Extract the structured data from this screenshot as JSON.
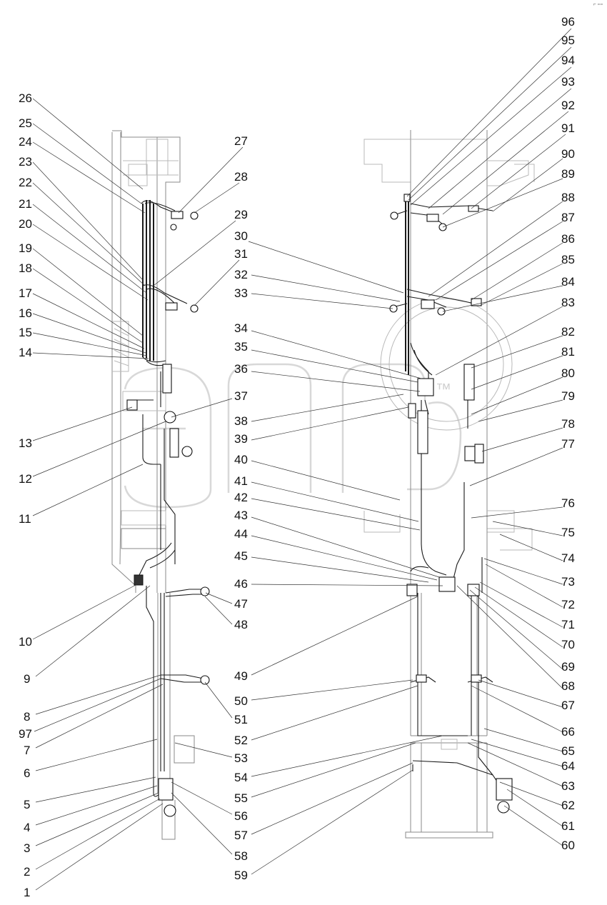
{
  "watermark": {
    "text": "™"
  },
  "corner_mark": "⌐ ▫▫▫",
  "callouts_left": [
    {
      "n": "26"
    },
    {
      "n": "25"
    },
    {
      "n": "24"
    },
    {
      "n": "23"
    },
    {
      "n": "22"
    },
    {
      "n": "21"
    },
    {
      "n": "20"
    },
    {
      "n": "19"
    },
    {
      "n": "18"
    },
    {
      "n": "17"
    },
    {
      "n": "16"
    },
    {
      "n": "15"
    },
    {
      "n": "14"
    },
    {
      "n": "13"
    },
    {
      "n": "12"
    },
    {
      "n": "11"
    },
    {
      "n": "10"
    },
    {
      "n": "9"
    },
    {
      "n": "8"
    },
    {
      "n": "97"
    },
    {
      "n": "7"
    },
    {
      "n": "6"
    },
    {
      "n": "5"
    },
    {
      "n": "4"
    },
    {
      "n": "3"
    },
    {
      "n": "2"
    },
    {
      "n": "1"
    }
  ],
  "callouts_center": [
    {
      "n": "27"
    },
    {
      "n": "28"
    },
    {
      "n": "29"
    },
    {
      "n": "30"
    },
    {
      "n": "31"
    },
    {
      "n": "32"
    },
    {
      "n": "33"
    },
    {
      "n": "34"
    },
    {
      "n": "35"
    },
    {
      "n": "36"
    },
    {
      "n": "37"
    },
    {
      "n": "38"
    },
    {
      "n": "39"
    },
    {
      "n": "40"
    },
    {
      "n": "41"
    },
    {
      "n": "42"
    },
    {
      "n": "43"
    },
    {
      "n": "44"
    },
    {
      "n": "45"
    },
    {
      "n": "46"
    },
    {
      "n": "47"
    },
    {
      "n": "48"
    },
    {
      "n": "49"
    },
    {
      "n": "50"
    },
    {
      "n": "51"
    },
    {
      "n": "52"
    },
    {
      "n": "53"
    },
    {
      "n": "54"
    },
    {
      "n": "55"
    },
    {
      "n": "56"
    },
    {
      "n": "57"
    },
    {
      "n": "58"
    },
    {
      "n": "59"
    }
  ],
  "callouts_right": [
    {
      "n": "96"
    },
    {
      "n": "95"
    },
    {
      "n": "94"
    },
    {
      "n": "93"
    },
    {
      "n": "92"
    },
    {
      "n": "91"
    },
    {
      "n": "90"
    },
    {
      "n": "89"
    },
    {
      "n": "88"
    },
    {
      "n": "87"
    },
    {
      "n": "86"
    },
    {
      "n": "85"
    },
    {
      "n": "84"
    },
    {
      "n": "83"
    },
    {
      "n": "82"
    },
    {
      "n": "81"
    },
    {
      "n": "80"
    },
    {
      "n": "79"
    },
    {
      "n": "78"
    },
    {
      "n": "77"
    },
    {
      "n": "76"
    },
    {
      "n": "75"
    },
    {
      "n": "74"
    },
    {
      "n": "73"
    },
    {
      "n": "72"
    },
    {
      "n": "71"
    },
    {
      "n": "70"
    },
    {
      "n": "69"
    },
    {
      "n": "68"
    },
    {
      "n": "67"
    },
    {
      "n": "66"
    },
    {
      "n": "65"
    },
    {
      "n": "64"
    },
    {
      "n": "63"
    },
    {
      "n": "62"
    },
    {
      "n": "61"
    },
    {
      "n": "60"
    }
  ]
}
